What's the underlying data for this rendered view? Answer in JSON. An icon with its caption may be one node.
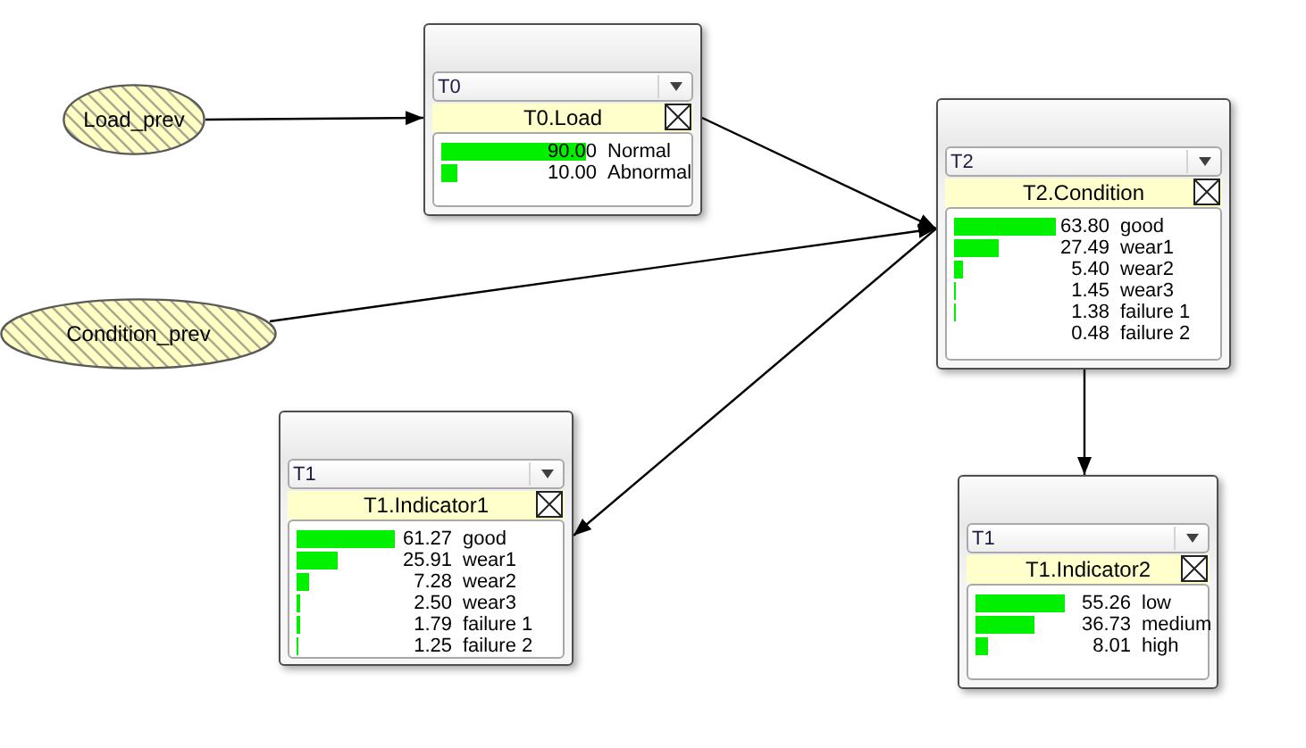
{
  "diagram": {
    "nodes": [
      {
        "text": [
          "Load_prev"
        ]
      },
      {
        "text": [
          "T0",
          "T0.Load",
          "90.00",
          "Normal",
          "10.00",
          "Abnormal"
        ]
      },
      {
        "text": [
          "T2",
          "T2.Condition",
          "63.80",
          "good",
          "27.49",
          "wear1",
          "5.40",
          "wear2",
          "1.45",
          "wear3",
          "1.38",
          "failure 1",
          "0.48",
          "failure 2"
        ]
      },
      {
        "text": [
          "Condition_prev"
        ]
      },
      {
        "text": [
          "T1",
          "T1.Indicator1",
          "61.27",
          "good",
          "25.91",
          "wear1",
          "7.28",
          "wear2",
          "2.50",
          "wear3",
          "1.79",
          "failure 1",
          "1.25",
          "failure 2"
        ]
      },
      {
        "text": [
          "T1",
          "T1.Indicator2",
          "55.26",
          "low",
          "36.73",
          "medium",
          "8.01",
          "high"
        ]
      }
    ],
    "edges": [
      {
        "from": 0,
        "to": 1,
        "arrow": "to"
      },
      {
        "from": 1,
        "to": 2,
        "arrow": "to"
      },
      {
        "from": 3,
        "to": 2,
        "arrow": "to"
      },
      {
        "from": 2,
        "to": 4,
        "arrow": "to"
      },
      {
        "from": 2,
        "to": 5,
        "arrow": "to"
      }
    ]
  }
}
